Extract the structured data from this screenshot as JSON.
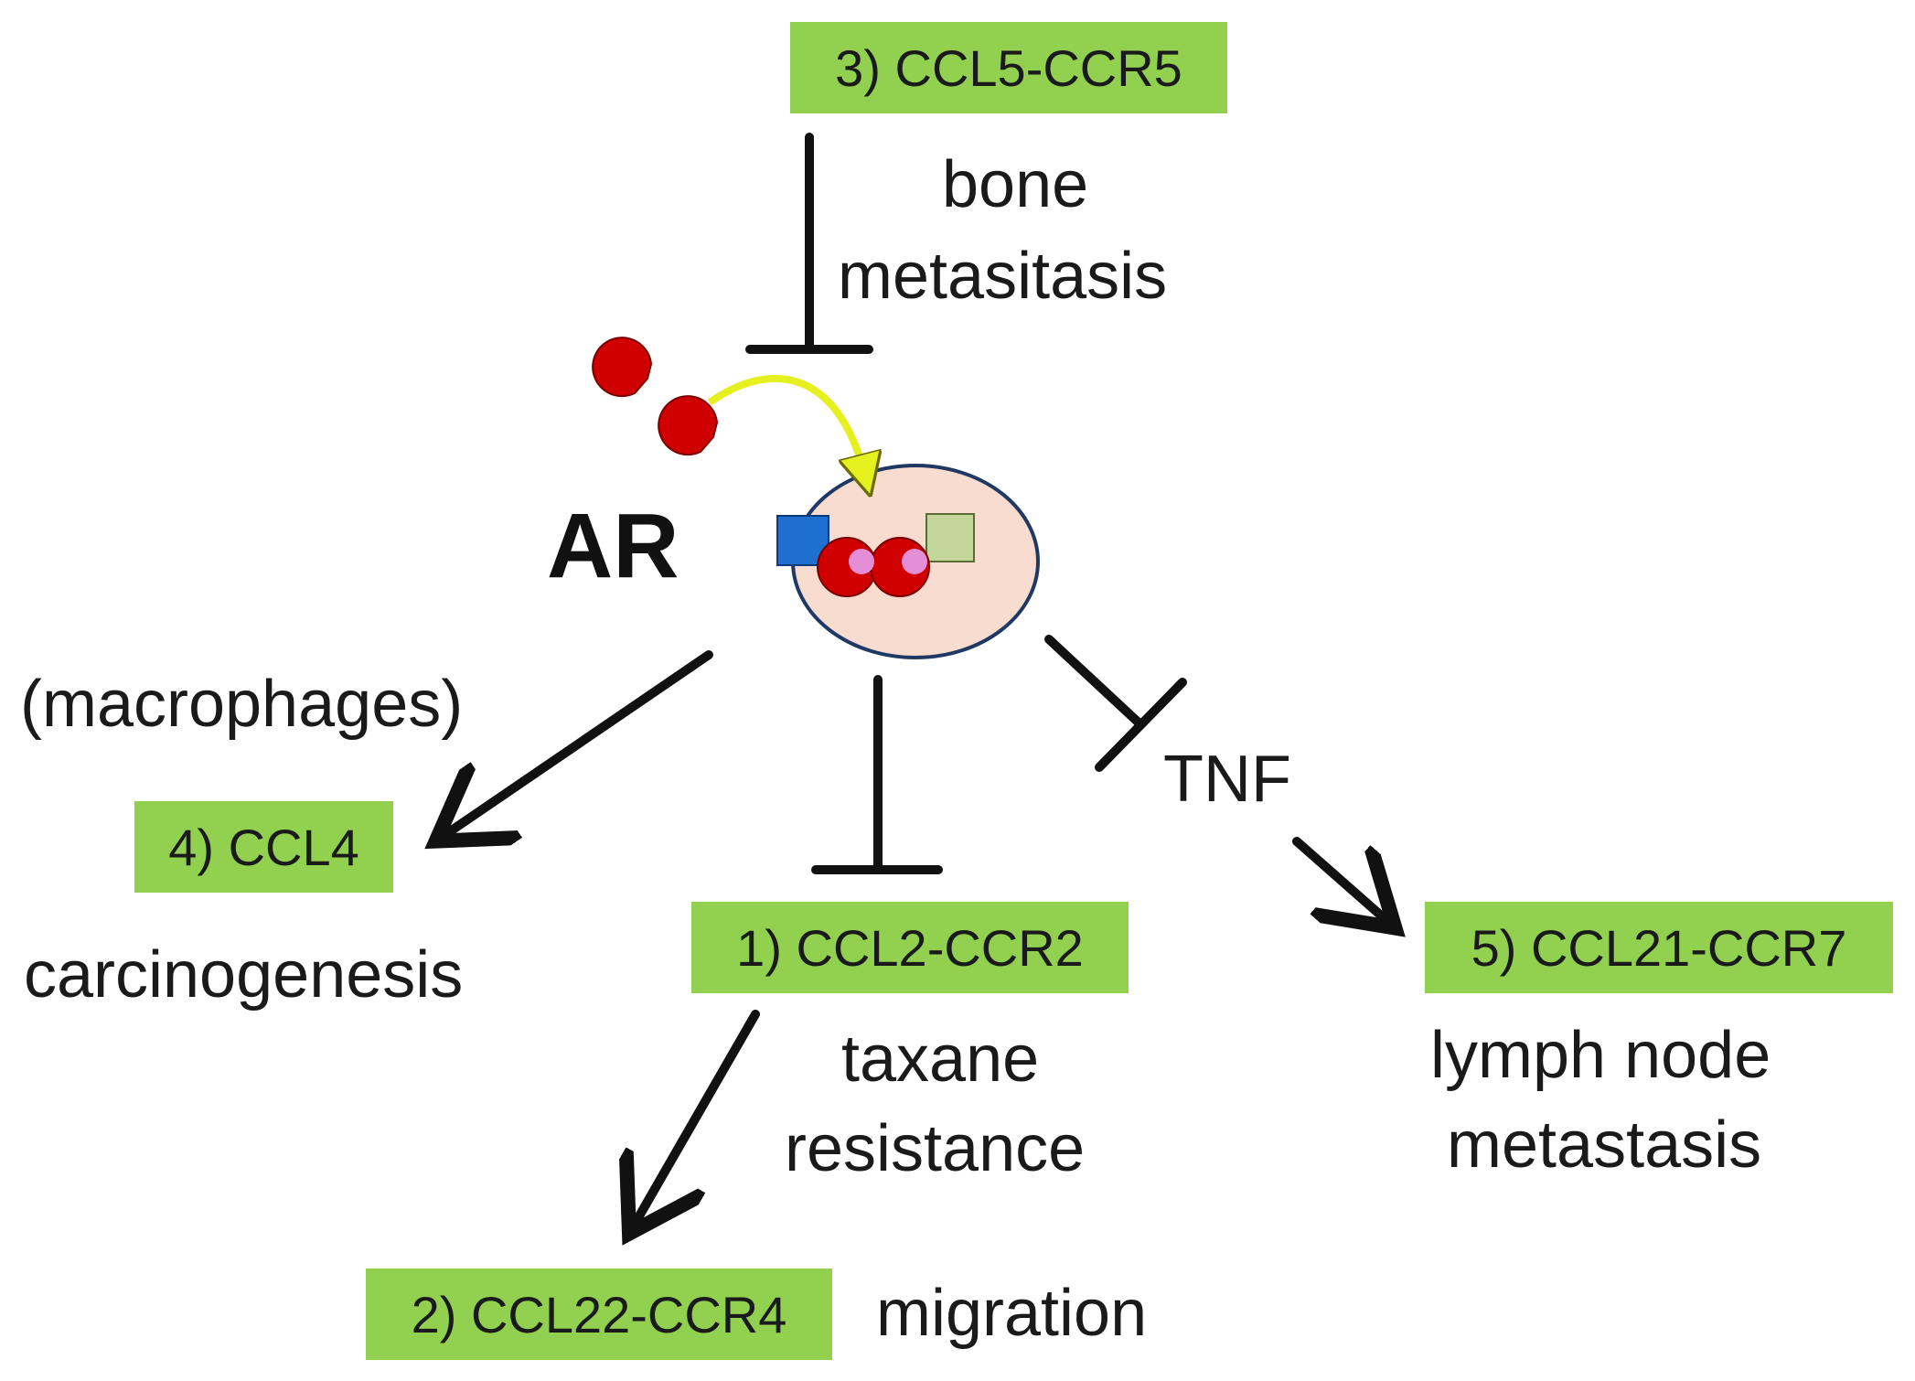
{
  "colors": {
    "box_fill": "#92d050",
    "nucleus_fill": "#f8dccf",
    "nucleus_stroke": "#1f3864",
    "line": "#111111",
    "androgen": "#d00000",
    "coactivator_blue": "#1f6fd1",
    "coactivator_green": "#c3d69b",
    "pink": "#e58ed8",
    "yellow_arrow": "#e6f01e"
  },
  "center": {
    "label": "AR",
    "icon": "androgen-receptor-complex-icon"
  },
  "boxes": {
    "ccl5": "3) CCL5-CCR5",
    "ccl4": "4) CCL4",
    "ccl2": "1) CCL2-CCR2",
    "ccl22": "2) CCL22-CCR4",
    "ccl21": "5) CCL21-CCR7"
  },
  "labels": {
    "bone_1": "bone",
    "bone_2": "metasitasis",
    "macrophages": "(macrophages)",
    "carcinogenesis": "carcinogenesis",
    "tnf": "TNF",
    "taxane_1": "taxane",
    "taxane_2": "resistance",
    "lymph_1": "lymph node",
    "lymph_2": "metastasis",
    "migration": "migration"
  }
}
